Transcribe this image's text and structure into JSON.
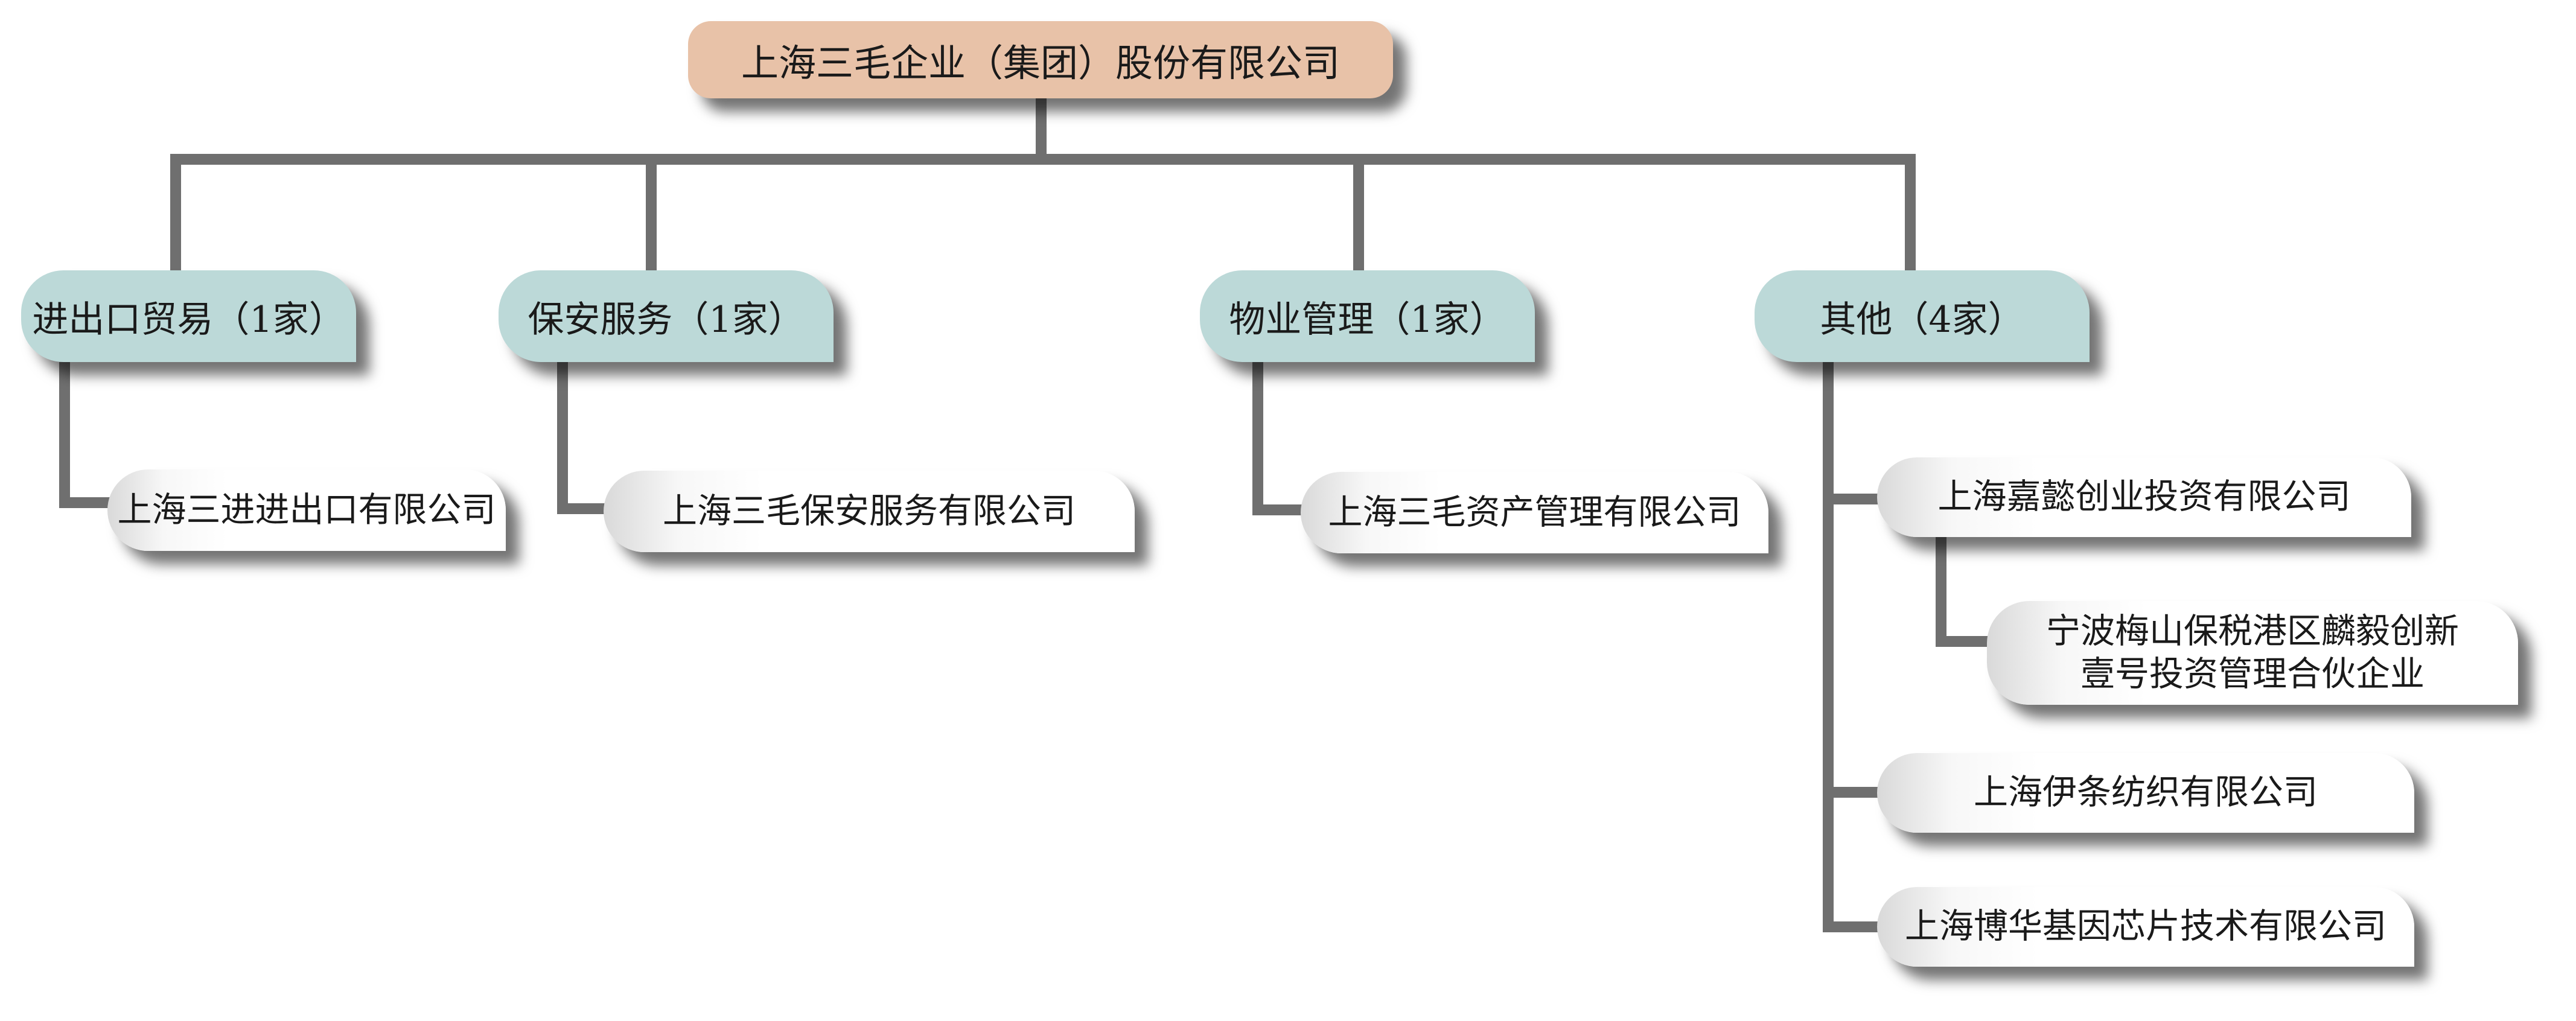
{
  "root": {
    "label": "上海三毛企业（集团）股份有限公司"
  },
  "categories": [
    {
      "label": "进出口贸易（1家）"
    },
    {
      "label": "保安服务（1家）"
    },
    {
      "label": "物业管理（1家）"
    },
    {
      "label": "其他（4家）"
    }
  ],
  "companies": [
    {
      "label": "上海三进进出口有限公司"
    },
    {
      "label": "上海三毛保安服务有限公司"
    },
    {
      "label": "上海三毛资产管理有限公司"
    },
    {
      "label": "上海嘉懿创业投资有限公司"
    },
    {
      "line1": "宁波梅山保税港区麟毅创新",
      "line2": "壹号投资管理合伙企业"
    },
    {
      "label": "上海伊条纺织有限公司"
    },
    {
      "label": "上海博华基因芯片技术有限公司"
    }
  ],
  "colors": {
    "root_fill": "#e8c2a8",
    "category_fill": "#bcd9d8",
    "company_fill": "#ffffff",
    "connector": "#6f6f6f"
  }
}
